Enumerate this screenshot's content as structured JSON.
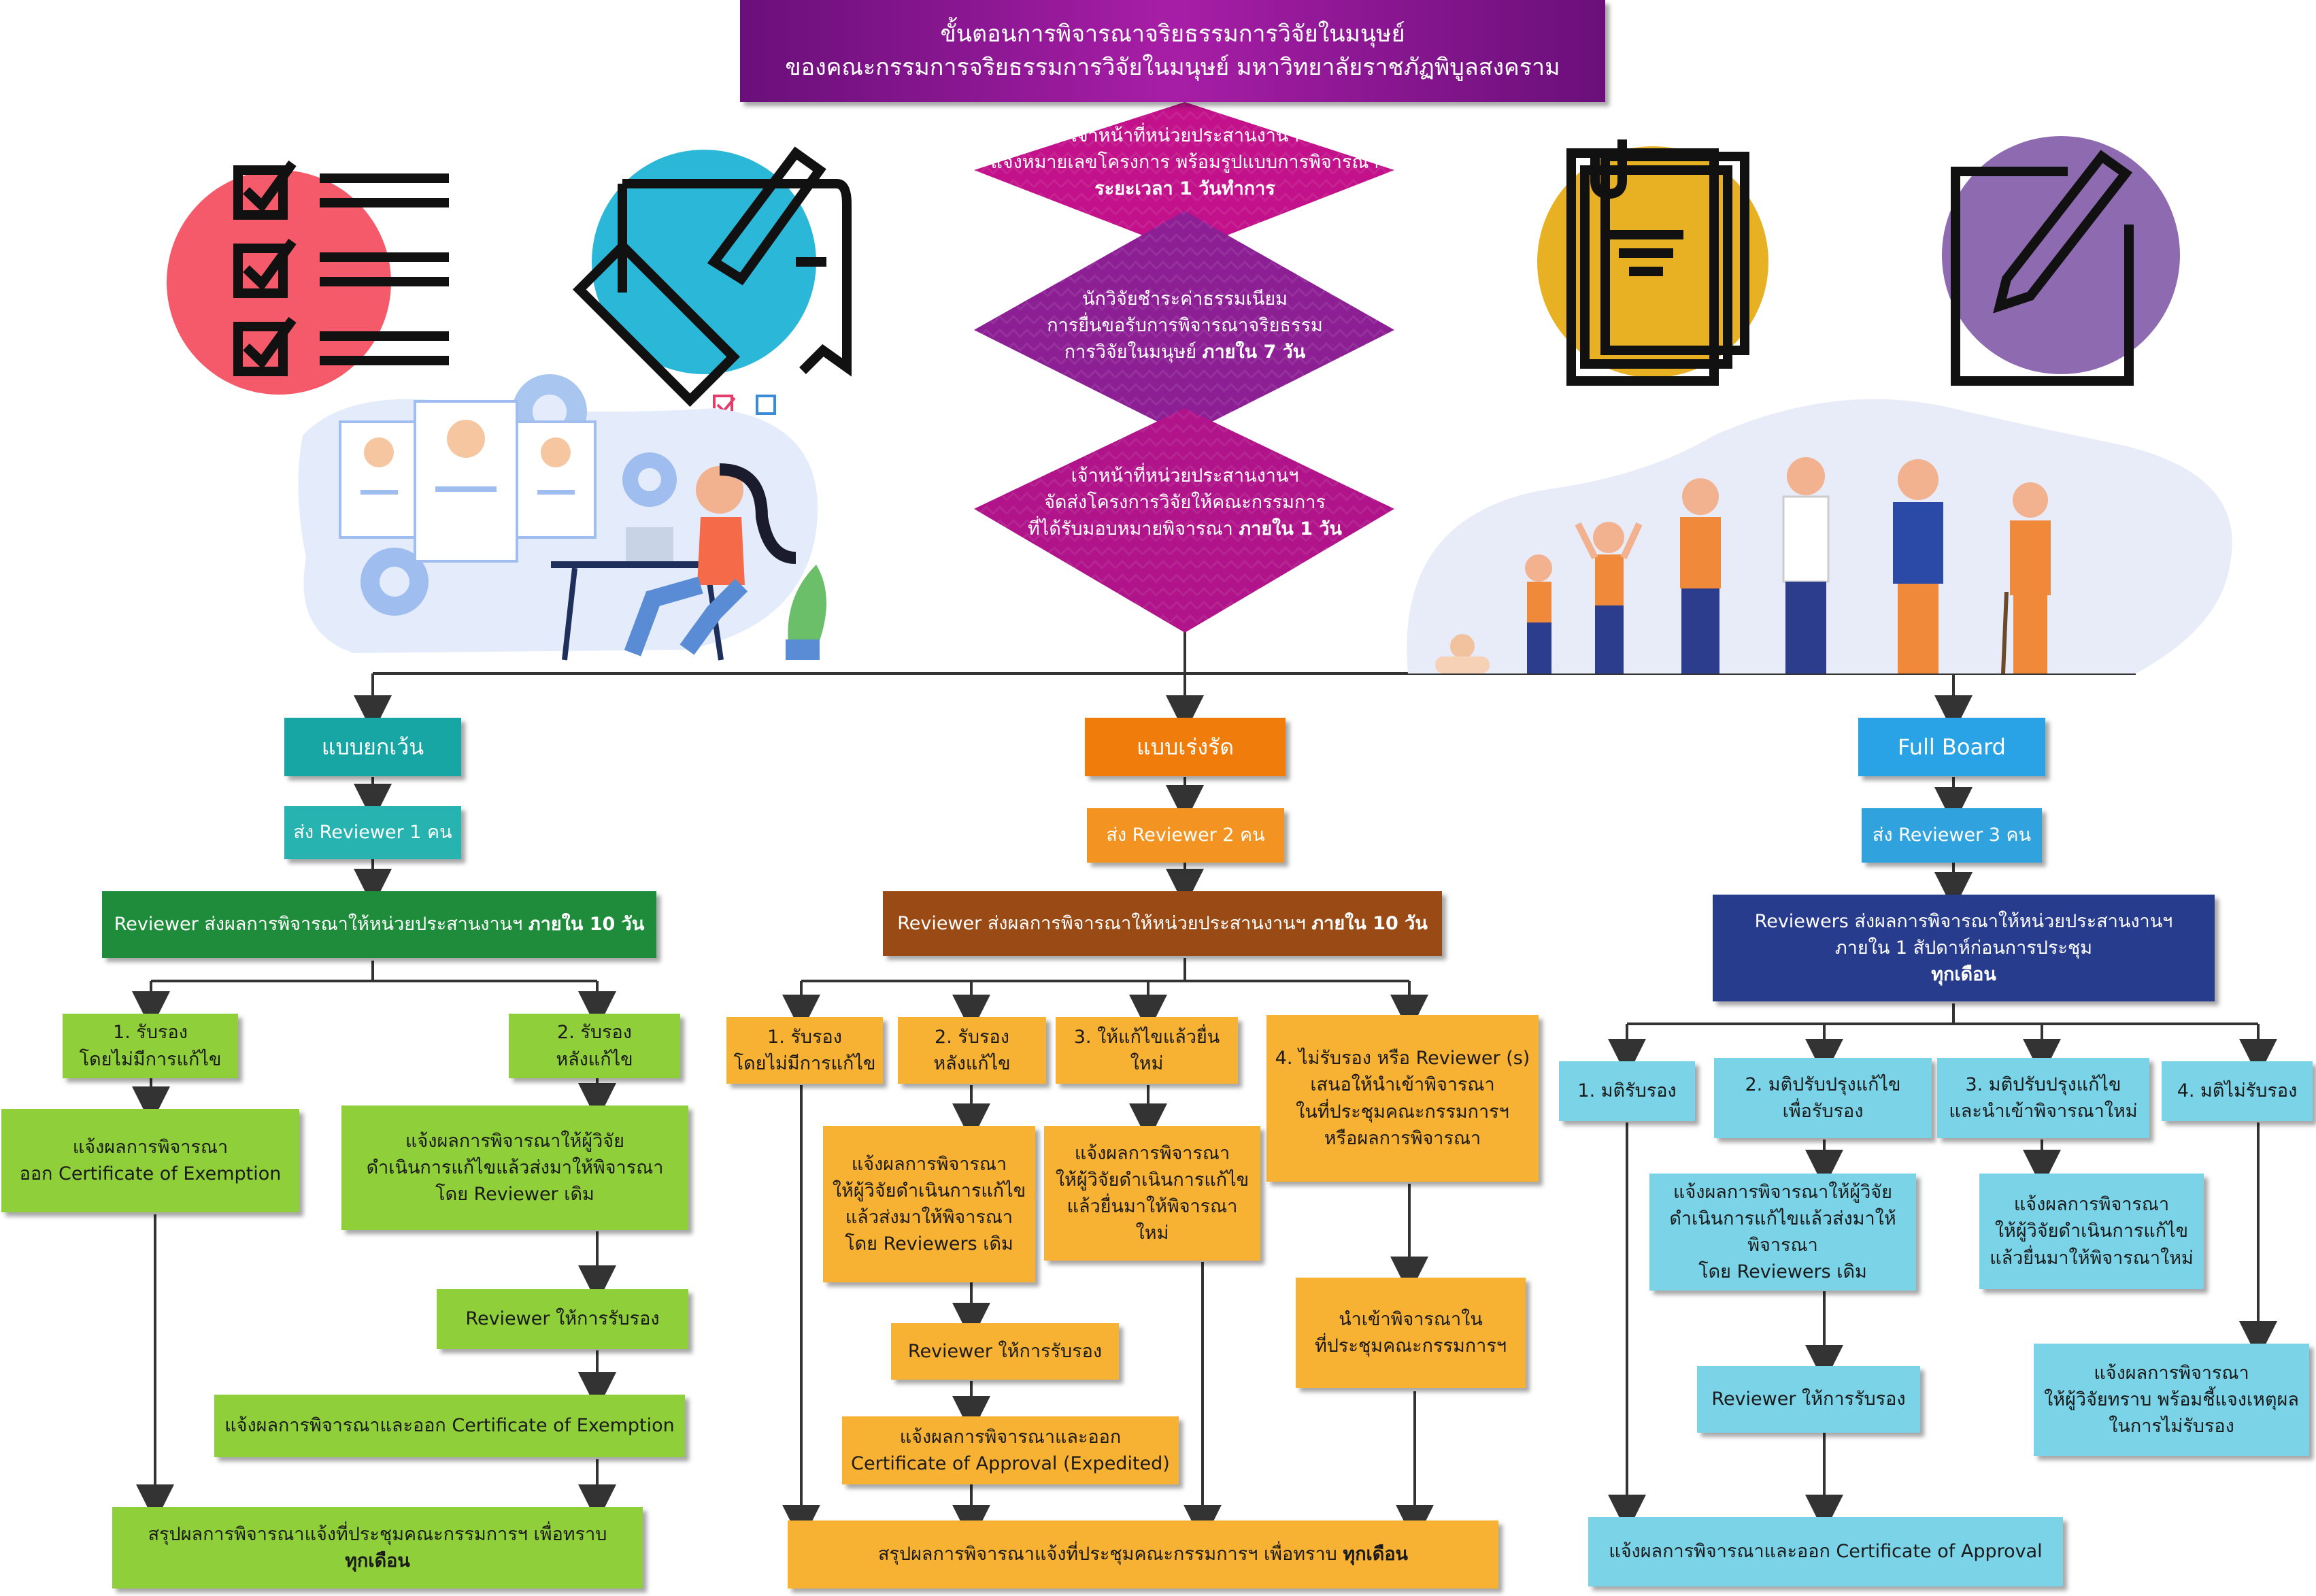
{
  "header": {
    "line1": "ขั้นตอนการพิจารณาจริยธรรมการวิจัยในมนุษย์",
    "line2": "ของคณะกรรมการจริยธรรมการวิจัยในมนุษย์ มหาวิทยาลัยราชภัฏพิบูลสงคราม"
  },
  "diamonds": [
    {
      "l1": "เจ้าหน้าที่หน่วยประสานงานฯ",
      "l2": "แจ้งหมายเลขโครงการ พร้อมรูปแบบการพิจารณา",
      "hl": "ระยะเวลา 1 วันทำการ"
    },
    {
      "l1": "นักวิจัยชำระค่าธรรมเนียม",
      "l2": "การยื่นขอรับการพิจารณาจริยธรรม",
      "l3": "การวิจัยในมนุษย์",
      "hl": "ภายใน 7 วัน"
    },
    {
      "l1": "เจ้าหน้าที่หน่วยประสานงานฯ",
      "l2": "จัดส่งโครงการวิจัยให้คณะกรรมการ",
      "l3": "ที่ได้รับมอบหมายพิจารณา",
      "hl": "ภายใน 1 วัน"
    }
  ],
  "col1": {
    "header": "แบบยกเว้น",
    "send": "ส่ง Reviewer 1 คน",
    "result_a": "Reviewer ส่งผลการพิจารณาให้หน่วยประสานงานฯ",
    "result_hl": "ภายใน 10 วัน",
    "opt1": [
      "1. รับรอง",
      "โดยไม่มีการแก้ไข"
    ],
    "opt2": [
      "2. รับรอง",
      "หลังแก้ไข"
    ],
    "notify1": [
      "แจ้งผลการพิจารณา",
      "ออก Certificate of  Exemption"
    ],
    "notify2": [
      "แจ้งผลการพิจารณาให้ผู้วิจัย",
      "ดำเนินการแก้ไขแล้วส่งมาให้พิจารณา",
      "โดย Reviewer เดิม"
    ],
    "approve": "Reviewer ให้การรับรอง",
    "cert": "แจ้งผลการพิจารณาและออก Certificate of Exemption",
    "summary": "สรุปผลการพิจารณาแจ้งที่ประชุมคณะกรรมการฯ เพื่อทราบ",
    "summary_hl": "ทุกเดือน"
  },
  "col2": {
    "header": "แบบเร่งรัด",
    "send": "ส่ง Reviewer 2 คน",
    "result_a": "Reviewer ส่งผลการพิจารณาให้หน่วยประสานงานฯ",
    "result_hl": "ภายใน 10 วัน",
    "opt1": [
      "1. รับรอง",
      "โดยไม่มีการแก้ไข"
    ],
    "opt2": [
      "2. รับรอง",
      "หลังแก้ไข"
    ],
    "opt3": "3. ให้แก้ไขแล้วยื่นใหม่",
    "opt4": [
      "4. ไม่รับรอง หรือ Reviewer (s)",
      "เสนอให้นำเข้าพิจารณา",
      "ในที่ประชุมคณะกรรมการฯ",
      "หรือผลการพิจารณา"
    ],
    "notify2": [
      "แจ้งผลการพิจารณา",
      "ให้ผู้วิจัยดำเนินการแก้ไข",
      "แล้วส่งมาให้พิจารณา",
      "โดย Reviewers เดิม"
    ],
    "notify3": [
      "แจ้งผลการพิจารณา",
      "ให้ผู้วิจัยดำเนินการแก้ไข",
      "แล้วยื่นมาให้พิจารณาใหม่"
    ],
    "notify4": [
      "นำเข้าพิจารณาใน",
      "ที่ประชุมคณะกรรมการฯ"
    ],
    "approve": "Reviewer ให้การรับรอง",
    "cert": [
      "แจ้งผลการพิจารณาและออก",
      "Certificate of Approval (Expedited)"
    ],
    "summary": "สรุปผลการพิจารณาแจ้งที่ประชุมคณะกรรมการฯ เพื่อทราบ",
    "summary_hl": "ทุกเดือน"
  },
  "col3": {
    "header": "Full Board",
    "send": "ส่ง Reviewer 3 คน",
    "result_l1": "Reviewers ส่งผลการพิจารณาให้หน่วยประสานงานฯ",
    "result_l2": "ภายใน 1 สัปดาห์ก่อนการประชุม",
    "result_hl": "ทุกเดือน",
    "opt1": "1. มติรับรอง",
    "opt2": [
      "2. มติปรับปรุงแก้ไข",
      "เพื่อรับรอง"
    ],
    "opt3": [
      "3. มติปรับปรุงแก้ไข",
      "และนำเข้าพิจารณาใหม่"
    ],
    "opt4": "4. มติไม่รับรอง",
    "notify2": [
      "แจ้งผลการพิจารณาให้ผู้วิจัย",
      "ดำเนินการแก้ไขแล้วส่งมาให้พิจารณา",
      "โดย Reviewers เดิม"
    ],
    "notify3": [
      "แจ้งผลการพิจารณา",
      "ให้ผู้วิจัยดำเนินการแก้ไข",
      "แล้วยื่นมาให้พิจารณาใหม่"
    ],
    "notify4": [
      "แจ้งผลการพิจารณา",
      "ให้ผู้วิจัยทราบ พร้อมชี้แจงเหตุผล",
      "ในการไม่รับรอง"
    ],
    "approve": "Reviewer ให้การรับรอง",
    "cert": "แจ้งผลการพิจารณาและออก Certificate of Approval"
  },
  "icons": [
    "checklist-icon",
    "ruler-pencil-icon",
    "documents-icon",
    "edit-note-icon",
    "office-worker-illustration",
    "family-people-illustration"
  ],
  "colors": {
    "title": "#8a1a92",
    "diamond": "#b0138a",
    "green": "#8fcf3a",
    "orange": "#f8b233",
    "cyan": "#7ad3e6",
    "teal": "#17a6a3"
  }
}
